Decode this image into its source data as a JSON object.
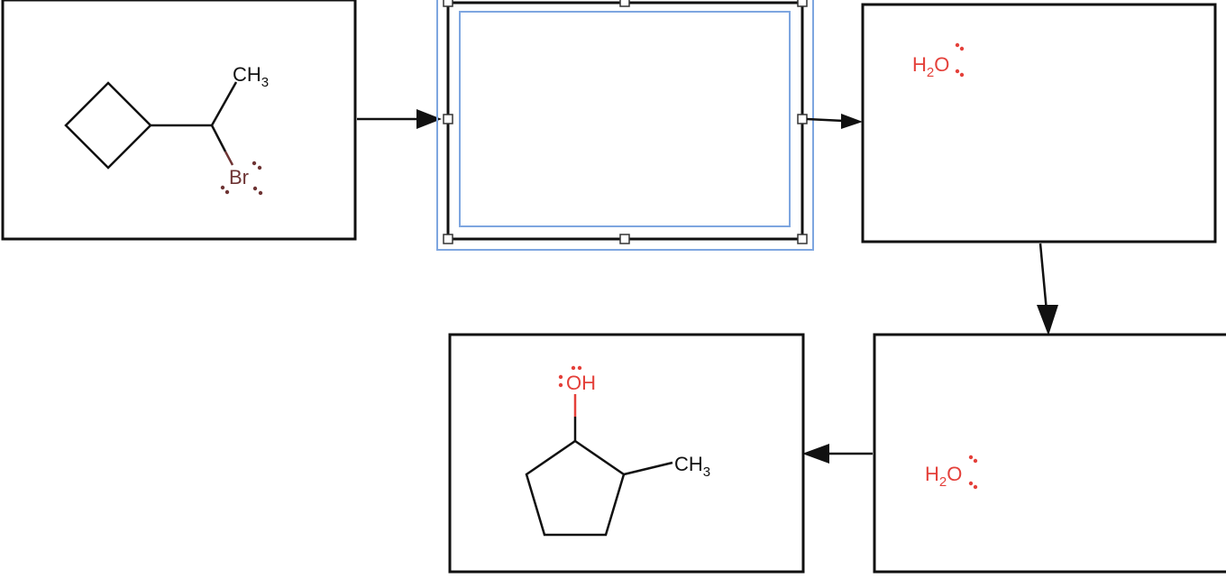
{
  "mechanism": {
    "start": {
      "methyl_label": "CH",
      "methyl_subscript": "3",
      "leaving_group_label": "Br"
    },
    "step1_blank_box": {},
    "step2_water": {
      "h_label": "H",
      "h_subscript": "2",
      "o_label": "O"
    },
    "step3_water": {
      "h_label": "H",
      "h_subscript": "2",
      "o_label": "O"
    },
    "product": {
      "hydroxyl_label": "OH",
      "methyl_label": "CH",
      "methyl_subscript": "3"
    }
  },
  "colors": {
    "line": "#111111",
    "oxygen_red": "#e4403a",
    "bromine_brown": "#6e3434",
    "selection_blue": "#7ea6e0",
    "handle_fill": "#ffffff",
    "handle_stroke": "#333333"
  }
}
